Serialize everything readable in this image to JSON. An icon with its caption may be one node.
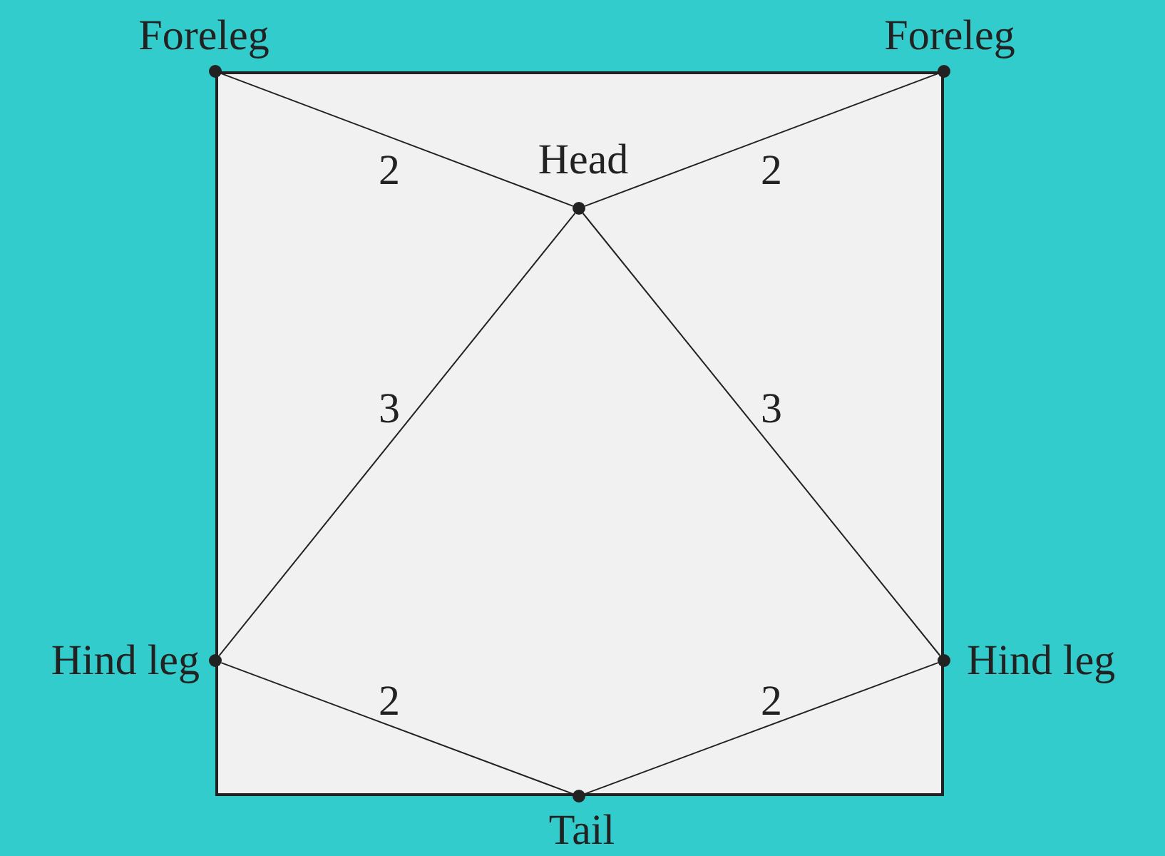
{
  "diagram": {
    "nodes": [
      {
        "text": [
          "Foreleg"
        ]
      },
      {
        "text": [
          "Foreleg"
        ]
      },
      {
        "text": [
          "Head"
        ]
      },
      {
        "text": [
          "Hind leg"
        ]
      },
      {
        "text": [
          "Hind leg"
        ]
      },
      {
        "text": [
          "Tail"
        ]
      }
    ],
    "edges": [
      {
        "from": 0,
        "to": 2,
        "arrow": "none",
        "label": "2"
      },
      {
        "from": 1,
        "to": 2,
        "arrow": "none",
        "label": "2"
      },
      {
        "from": 2,
        "to": 3,
        "arrow": "none",
        "label": "3"
      },
      {
        "from": 2,
        "to": 4,
        "arrow": "none",
        "label": "3"
      },
      {
        "from": 3,
        "to": 5,
        "arrow": "none",
        "label": "2"
      },
      {
        "from": 4,
        "to": 5,
        "arrow": "none",
        "label": "2"
      }
    ]
  }
}
